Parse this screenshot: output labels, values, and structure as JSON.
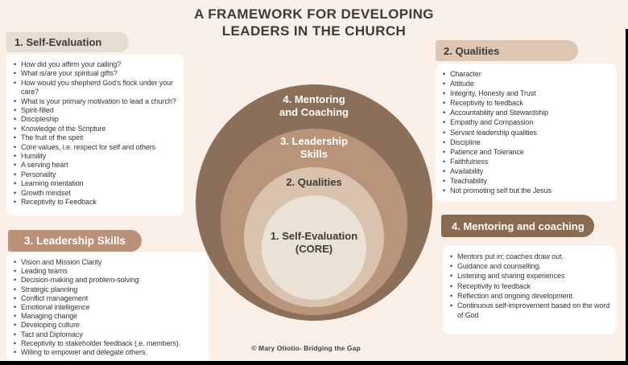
{
  "title": {
    "line1": "A FRAMEWORK FOR DEVELOPING",
    "line2": "LEADERS IN THE CHURCH"
  },
  "panels": {
    "self_evaluation": {
      "heading": "1. Self-Evaluation",
      "items": [
        "How did you affirm your calling?",
        "What is/are your spiritual gifts?",
        "How would you shepherd God’s flock under your care?",
        "What is your primary motivation to lead a church?",
        "Spirit-filled",
        "Discipleship",
        "Knowledge of the Scripture",
        "The fruit of the spirit",
        "Core values, i.e. respect for self and others",
        "Humility",
        "A serving heart",
        "Personality",
        "Learning orientation",
        "Growth mindset",
        "Receptivity to Feedback"
      ]
    },
    "qualities": {
      "heading": "2. Qualities",
      "items": [
        "Character",
        "Attitude",
        "Integrity, Honesty and Trust",
        "Receptivity to feedback",
        "Accountability and Stewardship",
        "Empathy and Compassion",
        "Servant leadership qualities",
        "Discipline",
        "Patience and Tolerance",
        "Faithfulness",
        "Availability",
        "Teachability",
        "Not promoting self but the Jesus"
      ]
    },
    "leadership_skills": {
      "heading": "3. Leadership Skills",
      "items": [
        "Vision and Mission Clarity",
        "Leading teams",
        "Decision-making and problem-solving",
        "Strategic planning",
        "Conflict management",
        "Emotional intelligence",
        "Managing change",
        "Developing culture",
        "Tact and Diplomacy",
        "Receptivity to stakeholder feedback (.e. members).",
        "Willing to empower and delegate others."
      ]
    },
    "mentoring_coaching": {
      "heading": "4. Mentoring and coaching",
      "items": [
        "Mentors put in; coaches draw out.",
        "Guidance and counselling.",
        "Listening and sharing experiences",
        "Receptivity to feedback",
        "Reflection and ongoing development.",
        "Continuous self-improvement based on the word of God"
      ]
    }
  },
  "diagram": {
    "rings": [
      {
        "name": "mentoring-and-coaching",
        "label_line1": "4. Mentoring",
        "label_line2": "and Coaching",
        "color": "#8b6f58",
        "text_color": "#ffffff"
      },
      {
        "name": "leadership-skills",
        "label_line1": "3. Leadership",
        "label_line2": "Skills",
        "color": "#b8947b",
        "text_color": "#ffffff"
      },
      {
        "name": "qualities",
        "label_line1": "2. Qualities",
        "label_line2": "",
        "color": "#d9c3ae",
        "text_color": "#3f3b36"
      },
      {
        "name": "self-evaluation-core",
        "label_line1": "1. Self-Evaluation",
        "label_line2": "(CORE)",
        "color": "#eae2d5",
        "text_color": "#3f3b36"
      }
    ]
  },
  "footer": {
    "credit": "© Mary Otiotio- Bridging the Gap"
  },
  "colors": {
    "background": "#faf0e8",
    "pill_light_beige": "#e6ddd2",
    "pill_tan": "#ddc7b4",
    "pill_medium_brown": "#bb9179",
    "pill_dark_brown": "#8b6a52",
    "title_text": "#3d3b39",
    "card_background": "#ffffff"
  }
}
